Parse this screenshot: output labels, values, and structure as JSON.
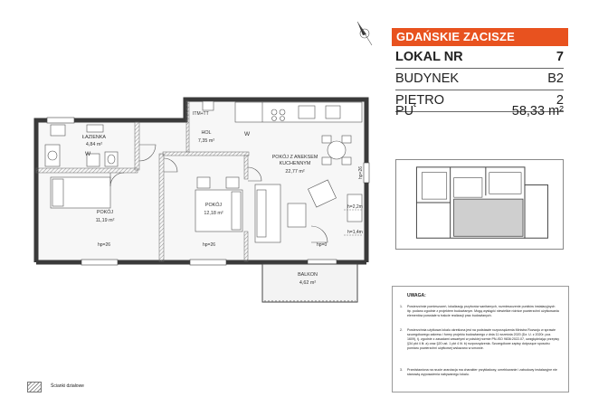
{
  "brand": {
    "title": "GDAŃSKIE ZACISZE",
    "color": "#e8521f"
  },
  "info": [
    {
      "label": "LOKAL NR",
      "value": "7"
    },
    {
      "label": "BUDYNEK",
      "value": "B2"
    },
    {
      "label": "PIĘTRO",
      "value": "2"
    },
    {
      "label": "PU",
      "value": "58,33 m²"
    }
  ],
  "rooms": {
    "lazienka": {
      "name": "ŁAZIENKA",
      "area": "4,84 m²"
    },
    "hol": {
      "name": "HOL",
      "area": "7,35 m²"
    },
    "salon": {
      "name_line1": "POKÓJ Z ANEKSEM",
      "name_line2": "KUCHENNYM",
      "area": "22,77 m²"
    },
    "pokoj1": {
      "name": "POKÓJ",
      "area": "11,19 m²"
    },
    "pokoj2": {
      "name": "POKÓJ",
      "area": "12,18 m²"
    },
    "balkon": {
      "name": "BALKON",
      "area": "4,62 m²"
    }
  },
  "plan_labels": {
    "itm": "ITM+TT",
    "w1": "W",
    "w2": "W",
    "hp26_a": "hp=26",
    "hp26_b": "hp=26",
    "hp26_c": "hp=26",
    "hp0": "hp=0",
    "h22": "h=2,2m",
    "h14": "h=1,4m"
  },
  "notes": {
    "title": "UWAGA:",
    "items": [
      {
        "num": "1.",
        "text": "Powierzchnie pomieszczeń, lokalizację przyborów sanitarnych, rozmieszczenie punktów instalacyjnych itp. podano zgodnie z projektem budowlanym. Mogą wystąpić niewielkie różnice powierzchni użytkowania elementów powstałe w trakcie realizacji prac budowlanych."
      },
      {
        "num": "2.",
        "text": "Powierzchnia użytkowa lokalu określona jest na podstawie rozporządzenia Ministra Rozwoju w sprawie szczegółowego zakresu i formy projektu budowlanego z dnia 11 września 2020 (Dz. U. z 2020r. poz. 1609), tj. zgodnie z zasadami zawartymi w polskiej normie PN-ISO 9836:2022-07, uwzględniając przepisy §34 pkt 4 lit. a) oraz §20 ust. 1 pkt 4 lit. b) rozporządzenia. Szczegółowe zapisy dotyczące sposobu pomiaru powierzchni użytkowej wskazano w umowie."
      },
      {
        "num": "3.",
        "text": "Przedstawiona na rzucie aranżacja ma charakter przykładowy, umeblowanie i zabudowy instalacyjne nie stanowią wyposażenia nabywanego lokalu."
      }
    ]
  },
  "legend": {
    "label": "Ścianki działowe"
  }
}
